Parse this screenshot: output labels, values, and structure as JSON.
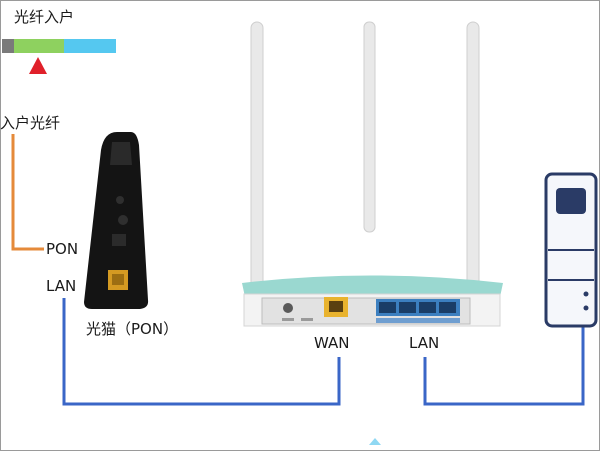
{
  "labels": {
    "title": "光纤入户",
    "fiber_in": "入户光纤",
    "pon": "PON",
    "lan_modem": "LAN",
    "modem_name": "光猫（PON）",
    "wan": "WAN",
    "lan_router": "LAN"
  },
  "colors": {
    "fiber_line": "#e58a3a",
    "ethernet_line": "#3a66c7",
    "marker": "#e0202a",
    "bar_green": "#8ed15f",
    "bar_cyan": "#55c8f0"
  },
  "icons": [
    "modem-device",
    "router-device",
    "pc-tower-device",
    "marker-triangle-icon"
  ]
}
